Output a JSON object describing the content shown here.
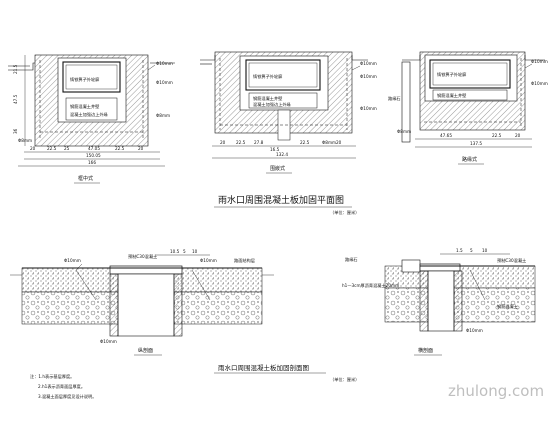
{
  "plan": {
    "left": {
      "grate_label": "铸铁箅子外轮廓",
      "inner_label": "钢筋混凝土井壁",
      "bottom_label": "混凝土加强边上外缘",
      "rebar_a": "Φ10mm",
      "rebar_b": "Φ10mm",
      "rebar_c": "Φ8mm",
      "rebar_d": "Φ8mm",
      "dim_a": "21.5",
      "dim_b": "47.5",
      "dim_c": "36",
      "dim_seg": [
        "20",
        "22.5",
        "25",
        "47.05",
        "22.5",
        "20"
      ],
      "dim_total_mid": "150.05",
      "dim_total": "166",
      "caption": "框中式"
    },
    "middle": {
      "grate_label": "铸铁箅子外轮廓",
      "inner_label": "钢筋混凝土井壁",
      "bottom_label": "混凝土加强边上外缘",
      "rebar_a": "Φ10mm",
      "rebar_b": "Φ10mm",
      "rebar_c": "Φ10mm",
      "rebar_d": "Φ8mm",
      "dim_seg": [
        "20",
        "22.5",
        "27.8",
        "22.5",
        "20"
      ],
      "dim_mid": "16.5",
      "dim_total": "132.4",
      "caption": "围嵌式"
    },
    "right": {
      "grate_label": "铸铁箅子外轮廓",
      "inner_label": "钢筋混凝土井壁",
      "curb_label": "路缘石",
      "rebar_a": "Φ10mm",
      "rebar_b": "Φ10mm",
      "rebar_c": "Φ8mm",
      "dim_seg": [
        "47.65",
        "22.5",
        "20"
      ],
      "dim_total": "137.5",
      "caption": "路缘式"
    },
    "title": "雨水口周围混凝土板加固平面图",
    "unit": "（单位：厘米）"
  },
  "section": {
    "left": {
      "rebar_a": "Φ10mm",
      "rebar_b": "Φ10mm",
      "dim_top": [
        "10.5",
        "5",
        "10"
      ],
      "label_top": "预制C30混凝土",
      "pave_label": "路面结构层",
      "bottom_label": "Φ10mm",
      "caption": "纵剖面"
    },
    "right": {
      "label_a": "路缘石",
      "dim_top": [
        "1.5",
        "5",
        "10"
      ],
      "label_top": "预制C30混凝土",
      "label_b": "h1—3cm厚沥青混凝土20mm",
      "label_c": "钢筋混凝土",
      "bottom_label": "Φ10mm",
      "caption": "横剖面"
    },
    "title": "雨水口周围混凝土板加固剖面图",
    "unit": "（单位：厘米）"
  },
  "notes": {
    "lines": [
      "注：1.h表示基层厚度。",
      "2.h1表示沥青面层厚度。",
      "3.混凝土面层厚度见设计说明。"
    ]
  },
  "watermark": "zhulong.com"
}
